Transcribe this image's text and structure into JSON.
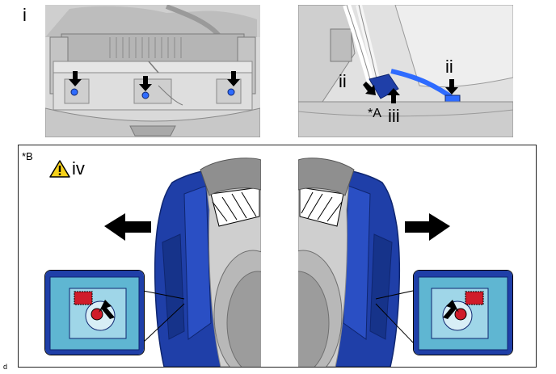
{
  "figure": {
    "top_left_label": "i",
    "top_right_labels": {
      "a": "ii",
      "b": "ii",
      "c": "iii",
      "star_a": "*A"
    },
    "bottom_label": "*B",
    "warning_label": "iv",
    "footer_code": "d"
  },
  "colors": {
    "bumper_blue": "#1f3fa8",
    "bumper_blue_dark": "#0f2670",
    "highlight_blue": "#2e6bff",
    "grey_body": "#c8c8c8",
    "grey_dark": "#8c8c8c",
    "warning_yellow": "#f7d21a",
    "clip_red": "#d01c2a",
    "inset_teal": "#5fb6d2"
  },
  "icons": {
    "warning": "warning-triangle-icon",
    "arrow_down": "arrow-down-icon",
    "arrow_left": "arrow-left-icon",
    "arrow_right": "arrow-right-icon"
  }
}
